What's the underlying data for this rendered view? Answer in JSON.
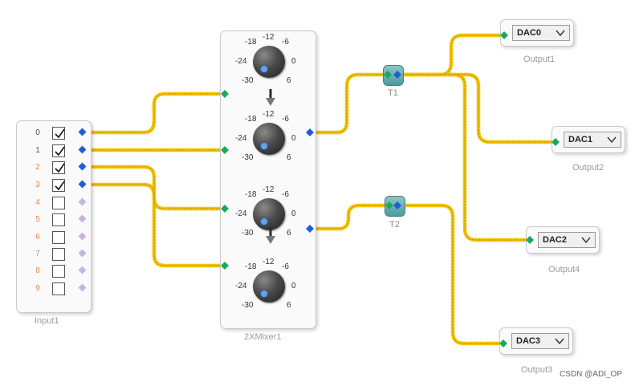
{
  "input_block": {
    "caption": "Input1",
    "channels": [
      {
        "num": "0",
        "checked": true
      },
      {
        "num": "1",
        "checked": true
      },
      {
        "num": "2",
        "checked": true
      },
      {
        "num": "3",
        "checked": true
      },
      {
        "num": "4",
        "checked": false
      },
      {
        "num": "5",
        "checked": false
      },
      {
        "num": "6",
        "checked": false
      },
      {
        "num": "7",
        "checked": false
      },
      {
        "num": "8",
        "checked": false
      },
      {
        "num": "9",
        "checked": false
      }
    ]
  },
  "mixer_block": {
    "caption": "2XMixer1",
    "knob_scale": {
      "m18": "-18",
      "m12": "-12",
      "m6": "-6",
      "m24": "-24",
      "zero": "0",
      "m30": "-30",
      "six": "6"
    }
  },
  "tees": [
    {
      "label": "T1"
    },
    {
      "label": "T2"
    }
  ],
  "outputs": [
    {
      "dac": "DAC0",
      "caption": "Output1"
    },
    {
      "dac": "DAC1",
      "caption": "Output2"
    },
    {
      "dac": "DAC2",
      "caption": "Output4"
    },
    {
      "dac": "DAC3",
      "caption": "Output3"
    }
  ],
  "watermark": "CSDN @ADI_OP",
  "colors": {
    "wire": "#f5c400",
    "wire_dash": "#c99a00",
    "pin_out": "#1f5fd6",
    "pin_in": "#1aa85a",
    "pin_unused": "#c9b3dd",
    "channel_active": "#555555",
    "channel_inactive": "#e8894a"
  }
}
